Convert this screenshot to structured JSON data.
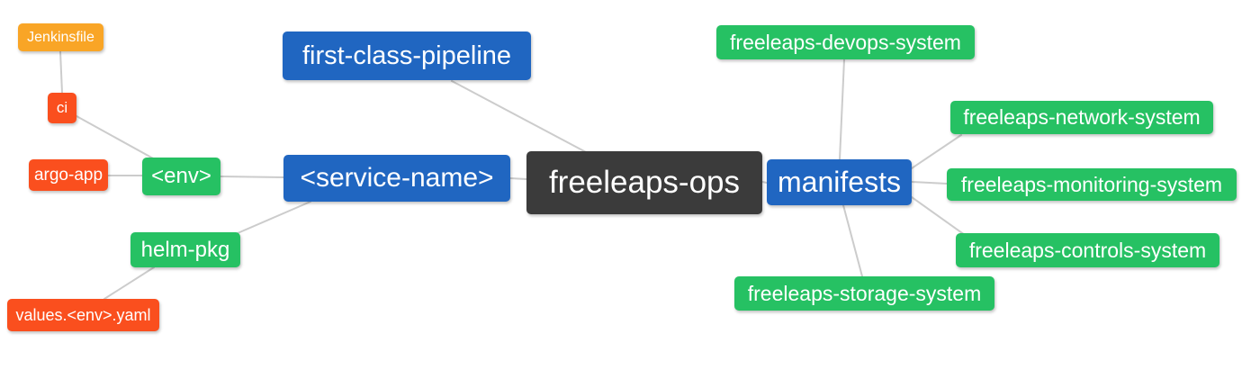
{
  "diagram": {
    "title": "freeleaps-ops repository structure mind map",
    "background_color": "#ffffff",
    "edge_color": "#cccccc",
    "colors": {
      "root_node": "#3b3b3b",
      "branch_node": "#2066c1",
      "leaf_green": "#26c163",
      "leaf_red": "#fa4f1e",
      "leaf_gold": "#f9a526",
      "node_text": "#ffffff"
    },
    "nodes": {
      "freeleaps_ops": {
        "label": "freeleaps-ops"
      },
      "first_class_pipeline": {
        "label": "first-class-pipeline"
      },
      "service_name": {
        "label": "<service-name>"
      },
      "manifests": {
        "label": "manifests"
      },
      "env": {
        "label": "<env>"
      },
      "helm_pkg": {
        "label": "helm-pkg"
      },
      "argo_app": {
        "label": "argo-app"
      },
      "ci": {
        "label": "ci"
      },
      "jenkinsfile": {
        "label": "Jenkinsfile"
      },
      "values_env_yaml": {
        "label": "values.<env>.yaml"
      },
      "devops_system": {
        "label": "freeleaps-devops-system"
      },
      "network_system": {
        "label": "freeleaps-network-system"
      },
      "monitoring_system": {
        "label": "freeleaps-monitoring-system"
      },
      "controls_system": {
        "label": "freeleaps-controls-system"
      },
      "storage_system": {
        "label": "freeleaps-storage-system"
      }
    },
    "edges": [
      [
        "Jenkinsfile",
        "ci"
      ],
      [
        "ci",
        "<env>"
      ],
      [
        "argo-app",
        "<env>"
      ],
      [
        "<env>",
        "<service-name>"
      ],
      [
        "<service-name>",
        "helm-pkg"
      ],
      [
        "helm-pkg",
        "values.<env>.yaml"
      ],
      [
        "first-class-pipeline",
        "freeleaps-ops"
      ],
      [
        "<service-name>",
        "freeleaps-ops"
      ],
      [
        "freeleaps-ops",
        "manifests"
      ],
      [
        "manifests",
        "freeleaps-devops-system"
      ],
      [
        "manifests",
        "freeleaps-network-system"
      ],
      [
        "manifests",
        "freeleaps-monitoring-system"
      ],
      [
        "manifests",
        "freeleaps-controls-system"
      ],
      [
        "manifests",
        "freeleaps-storage-system"
      ]
    ]
  }
}
